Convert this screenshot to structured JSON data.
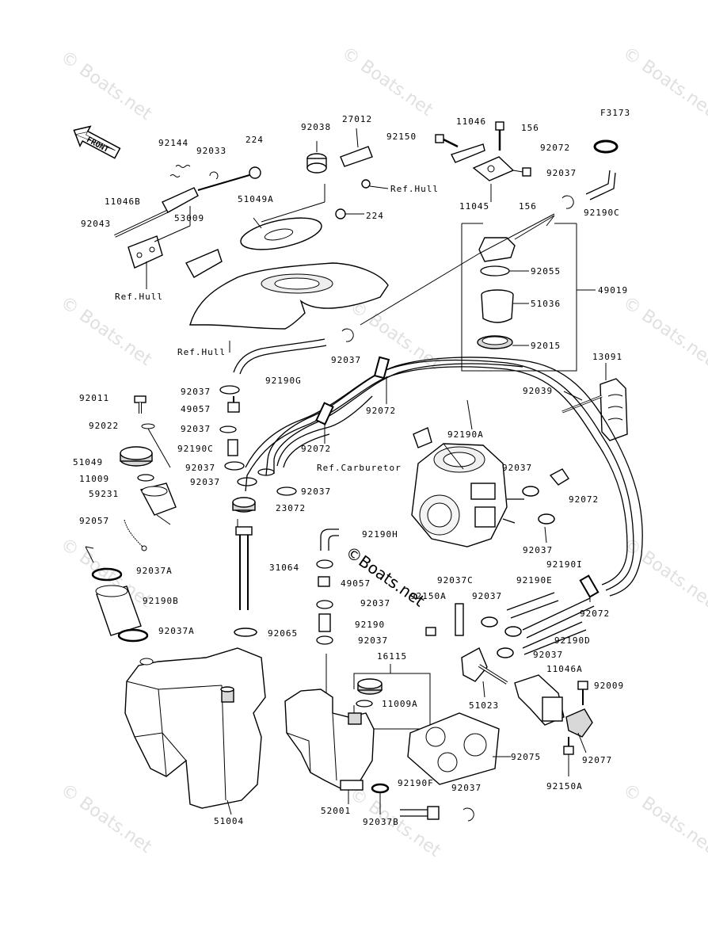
{
  "figure_id": "F3173",
  "watermarks": [
    "© Boats.net",
    "© Boats.net",
    "© Boats.net",
    "© Boats.net",
    "© Boats.net",
    "© Boats.net",
    "© Boats.net",
    "© Boats.net",
    "© Boats.net"
  ],
  "center_watermark": "©Boats.net",
  "front_label": "FRONT",
  "labels": {
    "l92144": "92144",
    "l92033": "92033",
    "l224a": "224",
    "l11046B": "11046B",
    "l92043": "92043",
    "l53009": "53009",
    "l51049A": "51049A",
    "l92038": "92038",
    "l27012": "27012",
    "l224b": "224",
    "refhull1": "Ref.Hull",
    "refhull2": "Ref.Hull",
    "refhull3": "Ref.Hull",
    "l92150": "92150",
    "l11046": "11046",
    "l156a": "156",
    "l156b": "156",
    "l11045": "11045",
    "l92072a": "92072",
    "l92037a": "92037",
    "l92190C_r": "92190C",
    "l92055": "92055",
    "l51036": "51036",
    "l49019": "49019",
    "l92015": "92015",
    "l92037b": "92037",
    "l92190G": "92190G",
    "l13091": "13091",
    "l92039": "92039",
    "l92011": "92011",
    "l92037c": "92037",
    "l49057": "49057",
    "l92072b": "92072",
    "l92037d": "92037",
    "l92022": "92022",
    "l92190C_l": "92190C",
    "l92190A": "92190A",
    "l92072c": "92072",
    "l51049": "51049",
    "l92037e": "92037",
    "refcarb": "Ref.Carburetor",
    "l92037f": "92037",
    "l11009": "11009",
    "l92037g": "92037",
    "l92037h": "92037",
    "l59231": "59231",
    "l92072d": "92072",
    "l23072": "23072",
    "l92057": "92057",
    "l92190H": "92190H",
    "l92037i": "92037",
    "l92037A_a": "92037A",
    "l31064": "31064",
    "l49057b": "49057",
    "l92190I": "92190I",
    "l92037C": "92037C",
    "l92150A_a": "92150A",
    "l92037j": "92037",
    "l92190E": "92190E",
    "l92190B": "92190B",
    "l92037k": "92037",
    "l92190": "92190",
    "l92072e": "92072",
    "l92037A_b": "92037A",
    "l92065": "92065",
    "l92037l": "92037",
    "l92190D": "92190D",
    "l92037m": "92037",
    "l16115": "16115",
    "l11046A": "11046A",
    "l92009": "92009",
    "l11009A": "11009A",
    "l51023": "51023",
    "l92075": "92075",
    "l92077": "92077",
    "l92150A_b": "92150A",
    "l92190F": "92190F",
    "l92037n": "92037",
    "l51004": "51004",
    "l52001": "52001",
    "l92037B": "92037B"
  }
}
